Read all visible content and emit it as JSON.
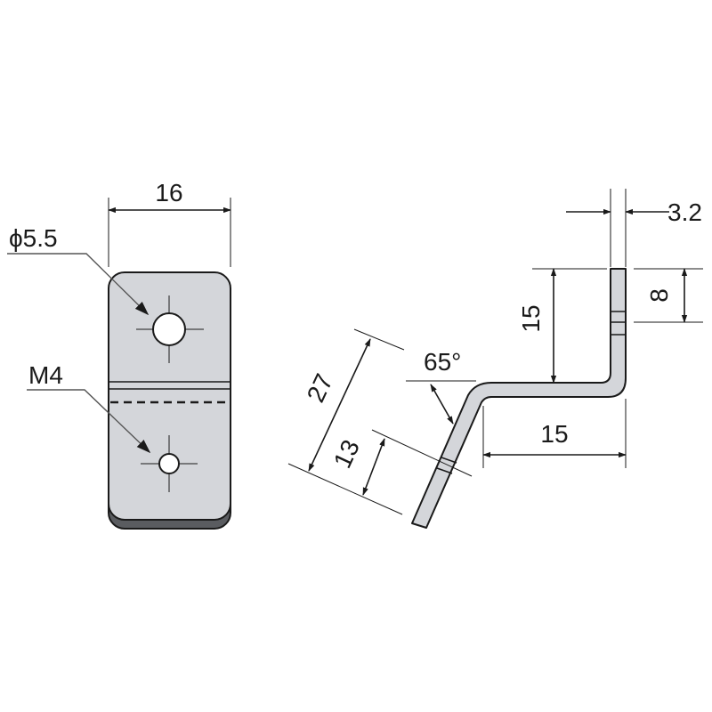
{
  "labels": {
    "width": "16",
    "hole_large": "ϕ5.5",
    "hole_small": "M4",
    "thickness": "3.2",
    "upper_leg": "15",
    "upper_hole": "8",
    "angle": "65°",
    "lower_leg": "27",
    "lower_hole": "13",
    "offset": "15"
  },
  "colors": {
    "part_fill": "#d4d6da",
    "part_edge": "#5a5c60",
    "ink": "#1a1a1a"
  }
}
